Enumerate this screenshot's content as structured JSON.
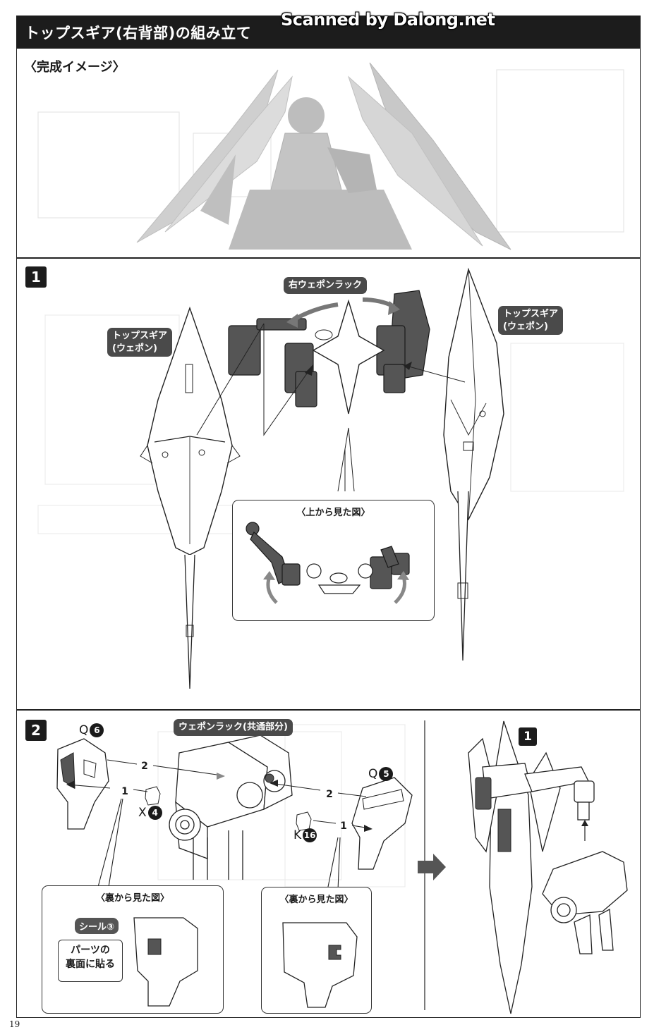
{
  "header": {
    "title": "トップスギア(右背部)の組み立て",
    "watermark": "Scanned by Dalong.net"
  },
  "completed_section": {
    "heading": "〈完成イメージ〉"
  },
  "step1": {
    "number": "1",
    "rack_label": "右ウェポンラック",
    "left_part_label": "トップスギア\n(ウェポン)",
    "right_part_label": "トップスギア\n(ウェポン)",
    "top_view_label": "〈上から見た図〉"
  },
  "step2": {
    "number": "2",
    "rack_common_label": "ウェポンラック(共通部分)",
    "parts": {
      "q6": {
        "letter": "Q",
        "num": "6"
      },
      "q5": {
        "letter": "Q",
        "num": "5"
      },
      "x4": {
        "letter": "X",
        "num": "4"
      },
      "k16": {
        "letter": "K",
        "num": "16"
      }
    },
    "step_markers": [
      "2",
      "1",
      "2",
      "1"
    ],
    "back_view_left": "〈裏から見た図〉",
    "back_view_right": "〈裏から見た図〉",
    "seal_label": "シール③",
    "seal_note": "パーツの\n裏面に貼る",
    "ref_step": "1"
  },
  "footer": {
    "page_number": "19"
  },
  "colors": {
    "title_bg": "#1c1c1c",
    "pill_bg": "#4a4a4a",
    "part_dark": "#555555"
  }
}
